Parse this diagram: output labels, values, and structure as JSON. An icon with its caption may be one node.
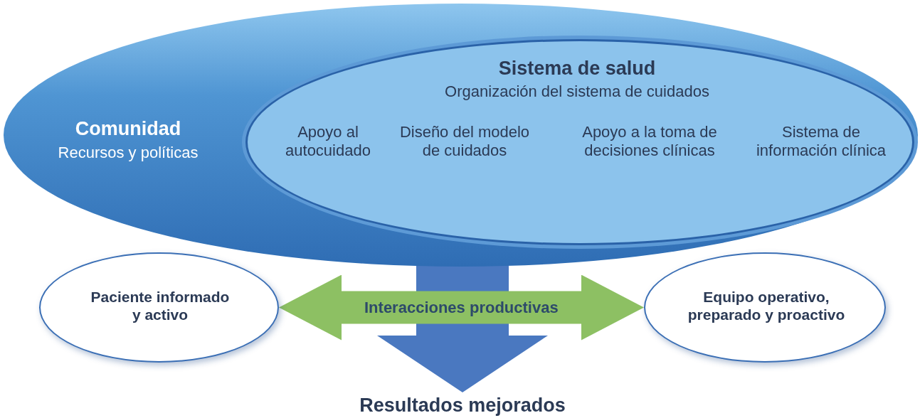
{
  "diagram": {
    "nodes": [
      {
        "text": [
          "Comunidad",
          "Recursos y políticas"
        ]
      },
      {
        "text": [
          "Sistema de salud",
          "Organización del sistema de cuidados",
          "Apoyo al autocuidado",
          "Diseño del modelo de cuidados",
          "Apoyo a la toma de decisiones clínicas",
          "Sistema de información clínica"
        ],
        "in": 0
      },
      {
        "text": [
          "Paciente informado y activo"
        ]
      },
      {
        "text": [
          "Equipo operativo, preparado y proactivo"
        ]
      },
      {
        "text": [
          "Resultados mejorados"
        ]
      }
    ],
    "edges": [
      {
        "from": 0,
        "to": 4,
        "arrow": "to",
        "style": "thick",
        "color": "#4a78c0"
      },
      {
        "from": 2,
        "to": 3,
        "arrow": "both",
        "label": "Interacciones productivas",
        "color": "#8dc063"
      }
    ]
  }
}
